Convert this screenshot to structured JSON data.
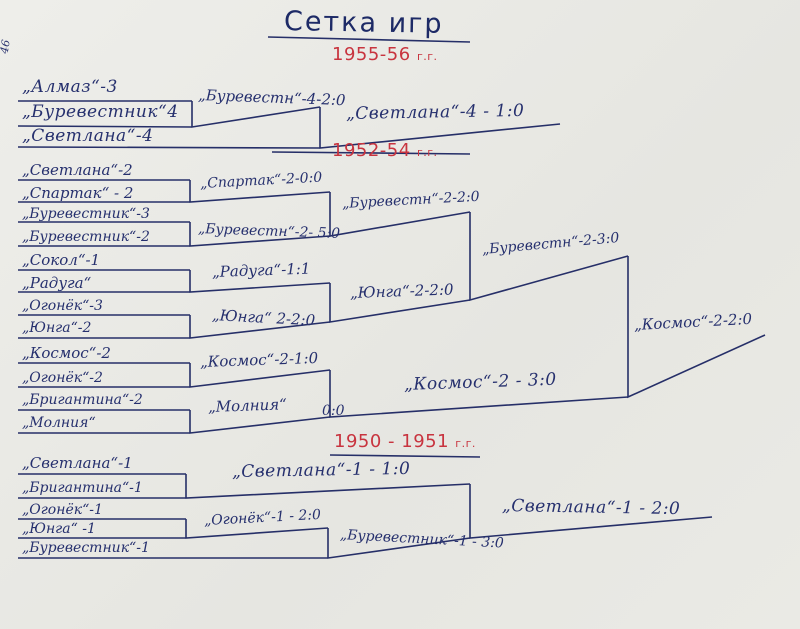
{
  "sheet": {
    "title": "Сетка игр",
    "margin_note": "46",
    "colors": {
      "ink": "#26306e",
      "red": "#c8343f",
      "paper": "#ebebe6"
    }
  },
  "periods": {
    "p1955": {
      "label": "1955-56",
      "suffix": "г.г."
    },
    "p1952": {
      "label": "1952-54",
      "suffix": "г.г."
    },
    "p1950": {
      "label": "1950 - 1951",
      "suffix": "г.г."
    }
  },
  "bracket_1955": {
    "teams": [
      "„Алмаз“-3",
      "„Буревестник“4",
      "„Светлана“-4"
    ],
    "round1": [
      "„Буревестн“-4-2:0"
    ],
    "final": "„Светлана“-4 - 1:0"
  },
  "bracket_1952": {
    "teams": [
      "„Светлана“-2",
      "„Спартак“ - 2",
      "„Буревестник“-3",
      "„Буревестник“-2",
      "„Сокол“-1",
      "„Радуга“",
      "„Огонёк“-3",
      "„Юнга“-2",
      "„Космос“-2",
      "„Огонёк“-2",
      "„Бригантина“-2",
      "„Молния“"
    ],
    "round1": [
      "„Спартак“-2-0:0",
      "„Буревестн“-2- 5:0",
      "„Радуга“-1:1",
      "„Юнга“ 2-2:0",
      "„Космос“-2-1:0",
      "„Молния“",
      "0:0"
    ],
    "round2": [
      "„Буревестн“-2-2:0",
      "„Юнга“-2-2:0",
      "„Космос“-2 - 3:0"
    ],
    "semi": "„Буревестн“-2-3:0",
    "final": "„Космос“-2-2:0"
  },
  "bracket_1950": {
    "teams": [
      "„Светлана“-1",
      "„Бригантина“-1",
      "„Огонёк“-1",
      "„Юнга“ -1",
      "„Буревестник“-1"
    ],
    "round1": [
      "„Светлана“-1 - 1:0",
      "„Огонёк“-1 - 2:0"
    ],
    "round2": "„Буревестник“-1 - 3:0",
    "final": "„Светлана“-1 - 2:0"
  }
}
